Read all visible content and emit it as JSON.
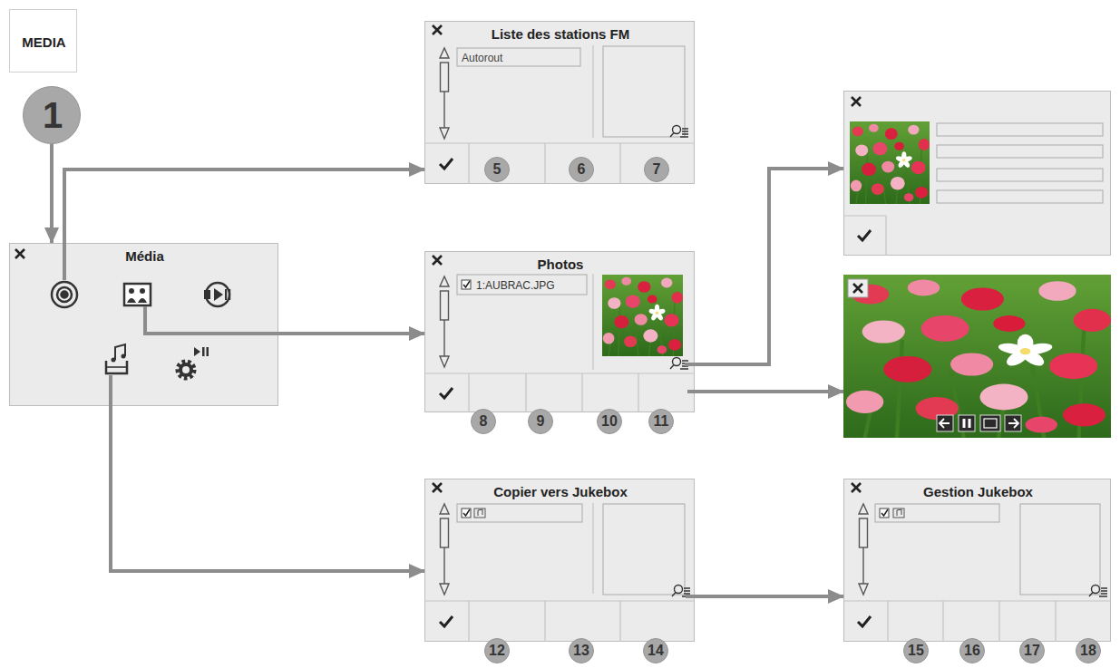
{
  "diagram": {
    "nodes": [
      {
        "text": [
          "MEDIA"
        ]
      },
      {
        "text": [
          "1"
        ]
      },
      {
        "text": [
          "Média"
        ]
      },
      {
        "text": [
          "Liste des stations FM",
          "Autorout"
        ]
      },
      {
        "text": [
          "Photos",
          "1:AUBRAC.JPG"
        ]
      },
      {
        "text": []
      },
      {
        "text": []
      },
      {
        "text": [
          "Copier vers Jukebox"
        ]
      },
      {
        "text": [
          "Gestion Jukebox"
        ]
      }
    ],
    "edges": [
      {
        "from": 1,
        "to": 2,
        "arrow": "to"
      },
      {
        "from": 2,
        "to": 3,
        "arrow": "to"
      },
      {
        "from": 2,
        "to": 4,
        "arrow": "to"
      },
      {
        "from": 2,
        "to": 7,
        "arrow": "to"
      },
      {
        "from": 4,
        "to": 5,
        "arrow": "to"
      },
      {
        "from": 4,
        "to": 6,
        "arrow": "to"
      },
      {
        "from": 7,
        "to": 8,
        "arrow": "to"
      }
    ],
    "labels": [
      "5",
      "6",
      "7",
      "8",
      "9",
      "10",
      "11",
      "12",
      "13",
      "14",
      "15",
      "16",
      "17",
      "18"
    ]
  }
}
